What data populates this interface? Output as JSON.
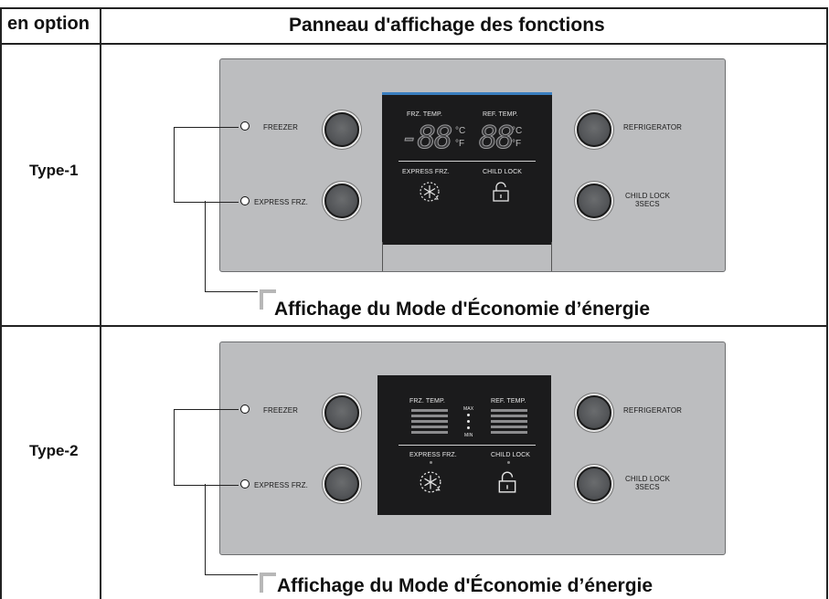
{
  "header": {
    "left": "en option",
    "right": "Panneau d'affichage des fonctions"
  },
  "rows": [
    {
      "type_label": "Type-1",
      "left_labels": {
        "top": "FREEZER",
        "bottom": "EXPRESS FRZ."
      },
      "right_labels": {
        "top": "REFRIGERATOR",
        "bottom_line1": "CHILD LOCK",
        "bottom_line2": "3SECS"
      },
      "display": {
        "frz_temp": "FRZ. TEMP.",
        "ref_temp": "REF. TEMP.",
        "frz_digits": "-88",
        "ref_digits": "88",
        "unit_c": "°C",
        "unit_f": "°F",
        "express_frz": "EXPRESS FRZ.",
        "child_lock": "CHILD LOCK"
      },
      "eco_label": "Affichage du Mode d'Économie d’énergie"
    },
    {
      "type_label": "Type-2",
      "left_labels": {
        "top": "FREEZER",
        "bottom": "EXPRESS FRZ."
      },
      "right_labels": {
        "top": "REFRIGERATOR",
        "bottom_line1": "CHILD LOCK",
        "bottom_line2": "3SECS"
      },
      "display": {
        "frz_temp": "FRZ. TEMP.",
        "ref_temp": "REF. TEMP.",
        "max": "MAX",
        "min": "MIN",
        "express_frz": "EXPRESS FRZ.",
        "child_lock": "CHILD LOCK"
      },
      "eco_label": "Affichage du Mode d'Économie d’énergie"
    }
  ],
  "icons": [
    "snowflake-icon",
    "padlock-icon",
    "led-indicator"
  ]
}
